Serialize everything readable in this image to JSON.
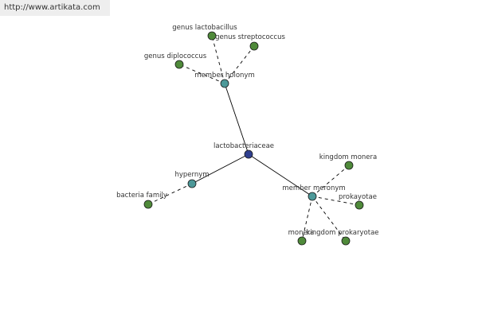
{
  "watermark": "http://www.artikata.com",
  "colors": {
    "center": "#2f3f8f",
    "relation": "#4d9999",
    "leaf": "#4f8a3a",
    "edge": "#000000",
    "text": "#333333"
  },
  "nodes": [
    {
      "id": "center",
      "label": "lactobacteriaceae",
      "kind": "center"
    },
    {
      "id": "holonym",
      "label": "member holonym",
      "kind": "relation"
    },
    {
      "id": "hypernym",
      "label": "hypernym",
      "kind": "relation"
    },
    {
      "id": "meronym",
      "label": "member meronym",
      "kind": "relation"
    },
    {
      "id": "lacto",
      "label": "genus lactobacillus",
      "kind": "leaf"
    },
    {
      "id": "strepto",
      "label": "genus streptococcus",
      "kind": "leaf"
    },
    {
      "id": "diplo",
      "label": "genus diplococcus",
      "kind": "leaf"
    },
    {
      "id": "bacteria",
      "label": "bacteria family",
      "kind": "leaf"
    },
    {
      "id": "monera",
      "label": "kingdom monera",
      "kind": "leaf"
    },
    {
      "id": "prokayotae",
      "label": "prokayotae",
      "kind": "leaf"
    },
    {
      "id": "moneraleaf",
      "label": "monera",
      "kind": "leaf"
    },
    {
      "id": "prokaryotae",
      "label": "kingdom prokaryotae",
      "kind": "leaf"
    }
  ],
  "edges": [
    {
      "from": "center",
      "to": "holonym",
      "style": "solid"
    },
    {
      "from": "center",
      "to": "hypernym",
      "style": "solid"
    },
    {
      "from": "center",
      "to": "meronym",
      "style": "solid"
    },
    {
      "from": "holonym",
      "to": "lacto",
      "style": "dashed"
    },
    {
      "from": "holonym",
      "to": "strepto",
      "style": "dashed"
    },
    {
      "from": "holonym",
      "to": "diplo",
      "style": "dashed"
    },
    {
      "from": "hypernym",
      "to": "bacteria",
      "style": "dashed"
    },
    {
      "from": "meronym",
      "to": "monera",
      "style": "dashed"
    },
    {
      "from": "meronym",
      "to": "prokayotae",
      "style": "dashed"
    },
    {
      "from": "meronym",
      "to": "moneraleaf",
      "style": "dashed"
    },
    {
      "from": "meronym",
      "to": "prokaryotae",
      "style": "dashed"
    }
  ]
}
